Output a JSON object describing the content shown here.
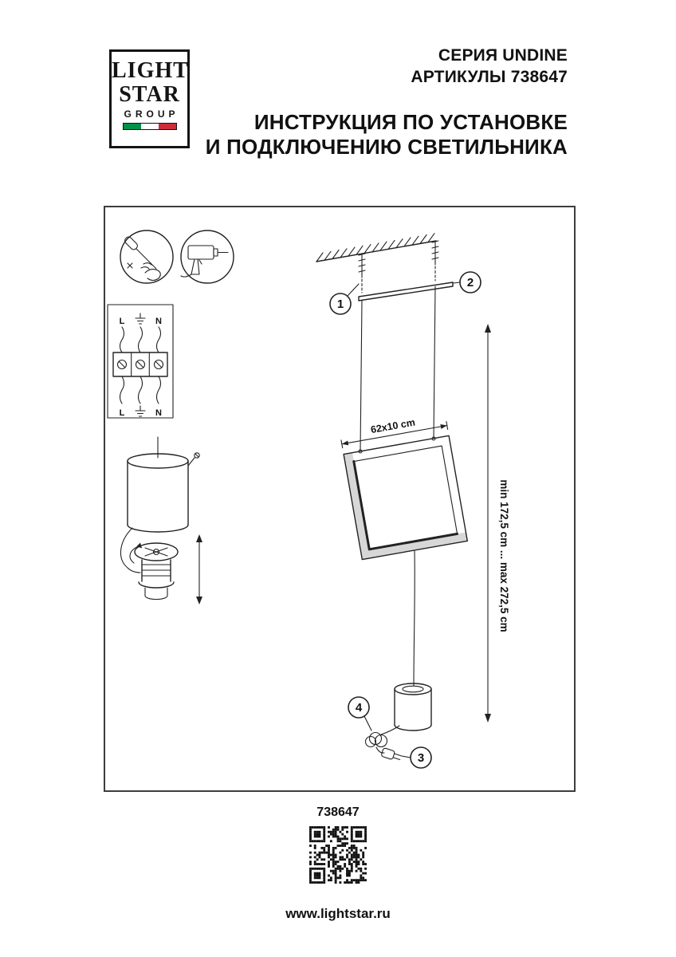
{
  "logo": {
    "line1": "LIGHT",
    "line2": "STAR",
    "line3": "GROUP"
  },
  "header": {
    "series": "СЕРИЯ UNDINE",
    "articles": "АРТИКУЛЫ 738647",
    "title1": "ИНСТРУКЦИЯ ПО УСТАНОВКЕ",
    "title2": "И ПОДКЛЮЧЕНИЮ СВЕТИЛЬНИКА"
  },
  "wiring": {
    "l_top": "L",
    "n_top": "N",
    "l_bottom": "L",
    "n_bottom": "N"
  },
  "callouts": [
    "1",
    "2",
    "3",
    "4"
  ],
  "labels": {
    "panel_size": "62x10 cm",
    "height_range": "min 172,5 cm ... max 272,5 cm"
  },
  "footer": {
    "article": "738647",
    "website": "www.lightstar.ru"
  },
  "colors": {
    "flag_green": "#009246",
    "flag_red": "#ce2b37",
    "line": "#222222"
  }
}
